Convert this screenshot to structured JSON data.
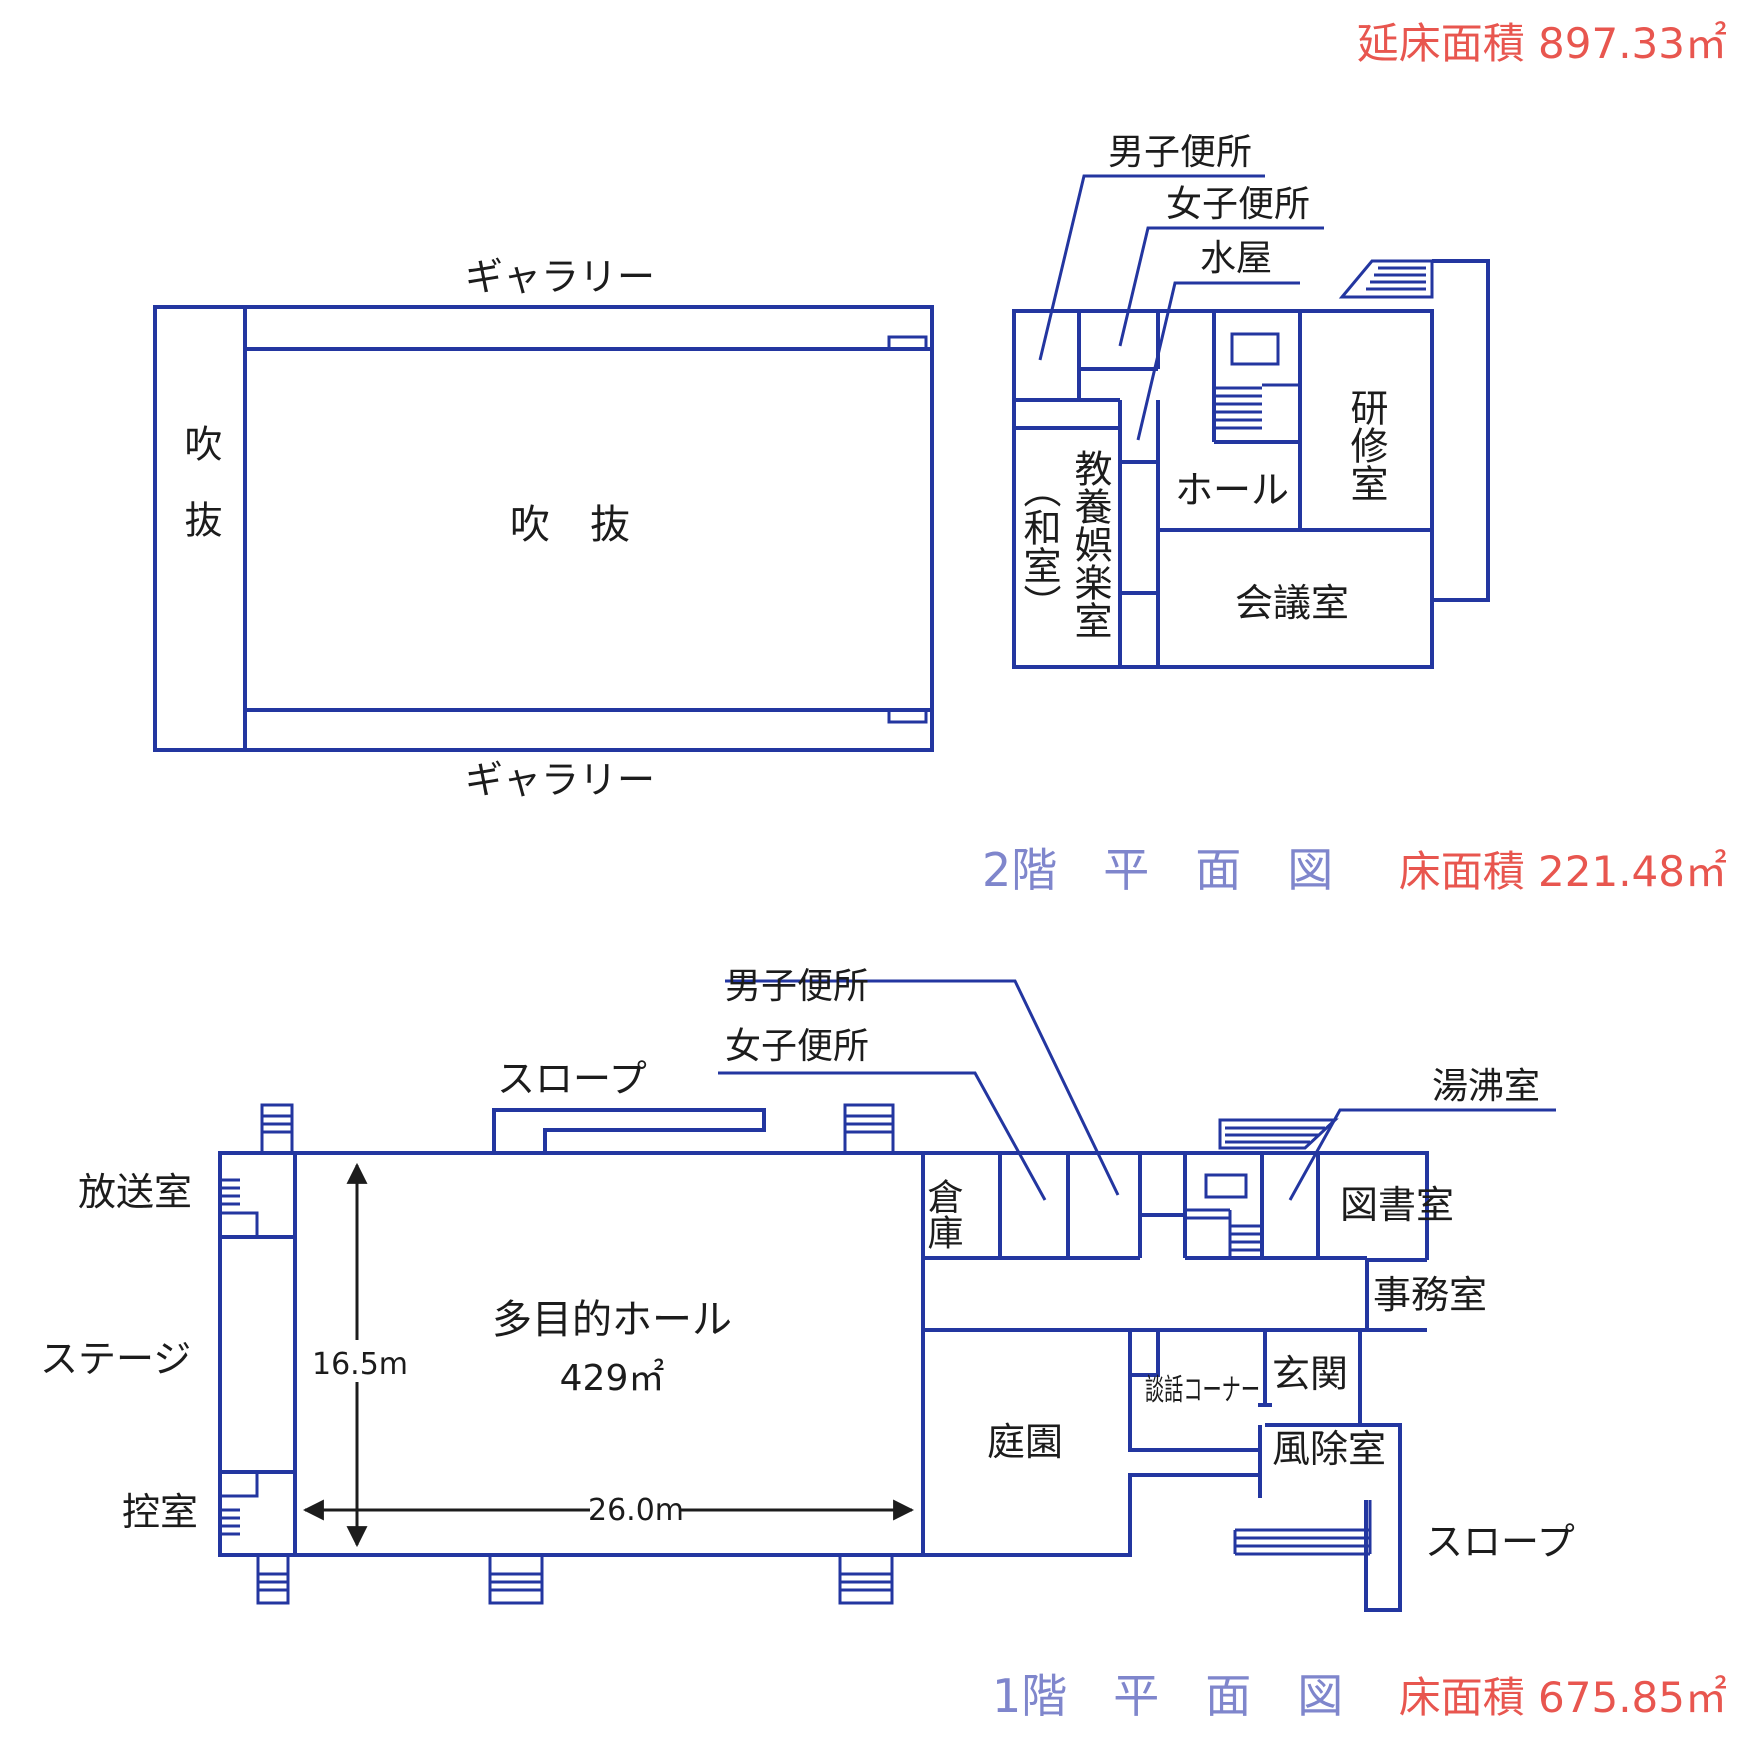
{
  "colors": {
    "line": "#2336a0",
    "text": "#1c1c1c",
    "floor_title": "#7f86cc",
    "area": "#e8564f"
  },
  "total_area": "延床面積 897.33㎡",
  "floor2": {
    "title": "2階　平　面　図",
    "area": "床面積 221.48㎡",
    "gallery_top": "ギャラリー",
    "gallery_bottom": "ギャラリー",
    "void_left": "吹抜",
    "void_center": "吹　抜",
    "mens_toilet": "男子便所",
    "womens_toilet": "女子便所",
    "water_room": "水屋",
    "culture_room": "教養娯楽室",
    "japanese_room": "（和室）",
    "hall": "ホール",
    "training_room": "研修室",
    "meeting_room": "会議室"
  },
  "floor1": {
    "title": "1階　平　面　図",
    "area": "床面積 675.85㎡",
    "broadcast_room": "放送室",
    "stage": "ステージ",
    "waiting_room": "控室",
    "slope_top": "スロープ",
    "slope_right": "スロープ",
    "mens_toilet": "男子便所",
    "womens_toilet": "女子便所",
    "kitchenette": "湯沸室",
    "storage": "倉庫",
    "library": "図書室",
    "office": "事務室",
    "hall_name": "多目的ホール",
    "hall_area": "429㎡",
    "dim_height": "16.5m",
    "dim_width": "26.0m",
    "garden": "庭園",
    "lounge": "談話コーナー",
    "entrance": "玄関",
    "windbreak_room": "風除室"
  }
}
